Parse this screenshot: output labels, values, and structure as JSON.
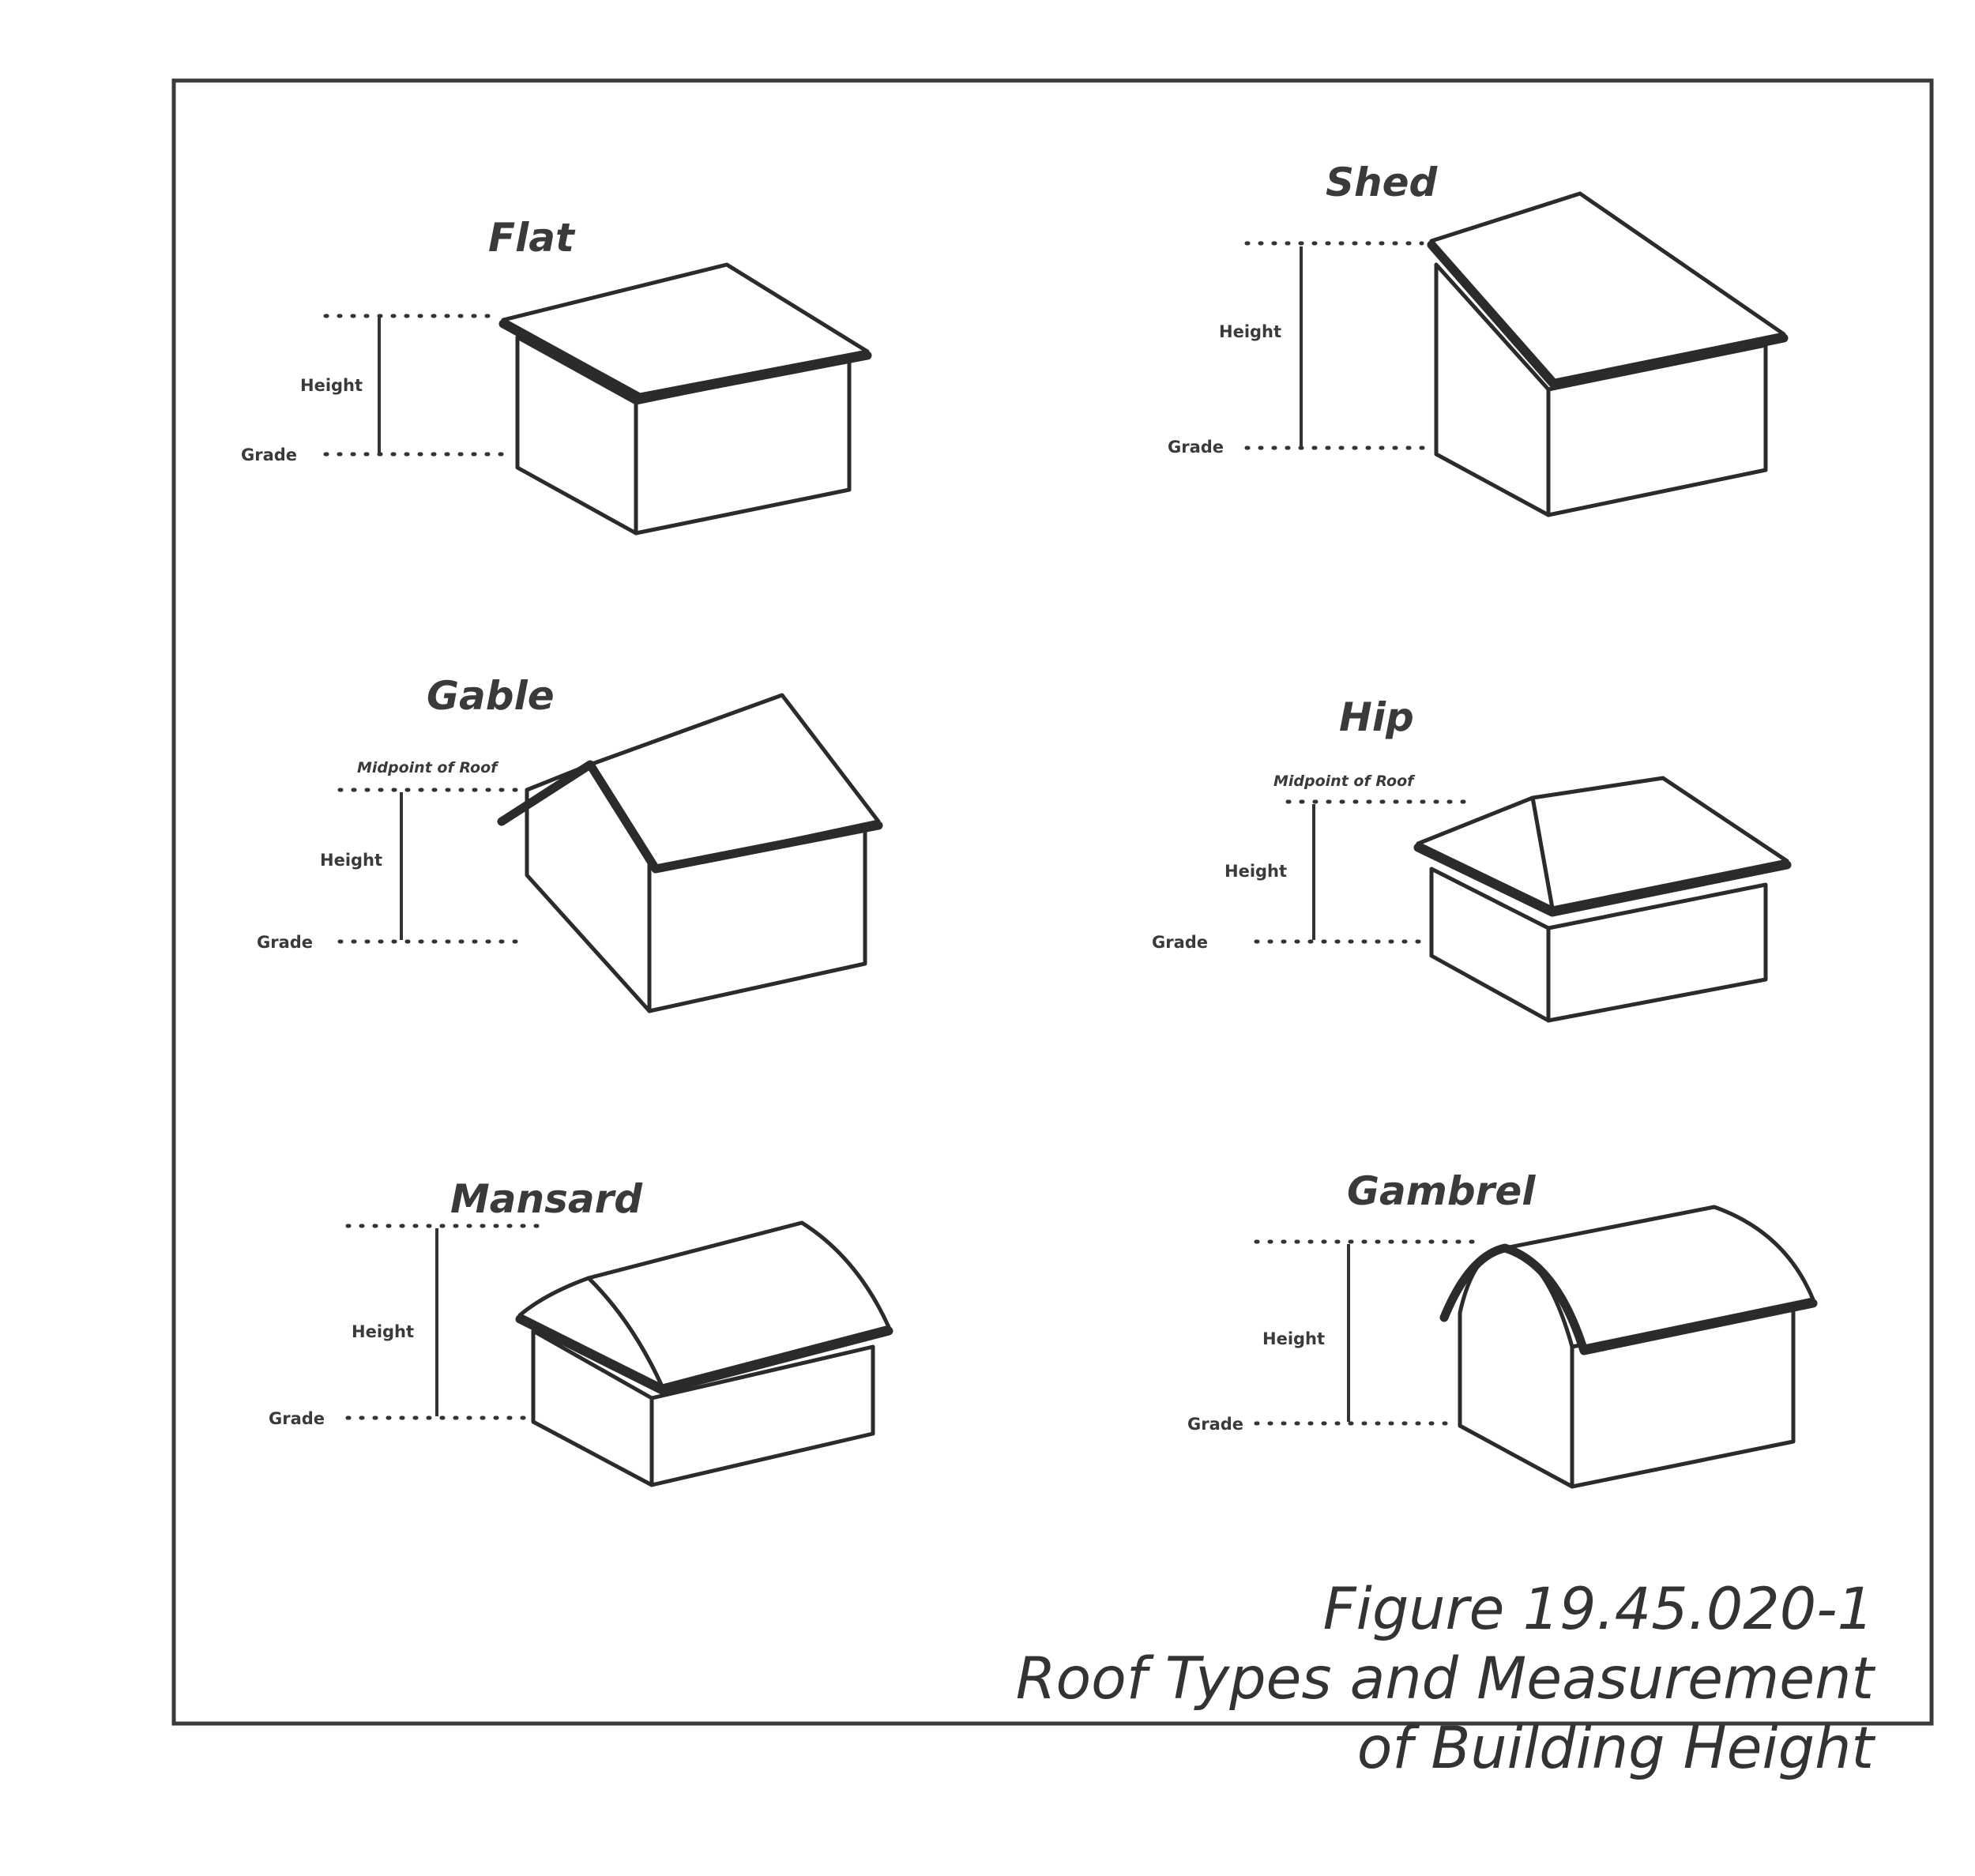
{
  "roofs": {
    "flat": {
      "title": "Flat",
      "height": "Height",
      "grade": "Grade"
    },
    "shed": {
      "title": "Shed",
      "height": "Height",
      "grade": "Grade"
    },
    "gable": {
      "title": "Gable",
      "height": "Height",
      "grade": "Grade",
      "midpoint": "Midpoint of Roof"
    },
    "hip": {
      "title": "Hip",
      "height": "Height",
      "grade": "Grade",
      "midpoint": "Midpoint of Roof"
    },
    "mansard": {
      "title": "Mansard",
      "height": "Height",
      "grade": "Grade"
    },
    "gambrel": {
      "title": "Gambrel",
      "height": "Height",
      "grade": "Grade"
    }
  },
  "caption": {
    "line1": "Figure 19.45.020-1",
    "line2": "Roof Types and Measurement",
    "line3": "of Building Height"
  }
}
